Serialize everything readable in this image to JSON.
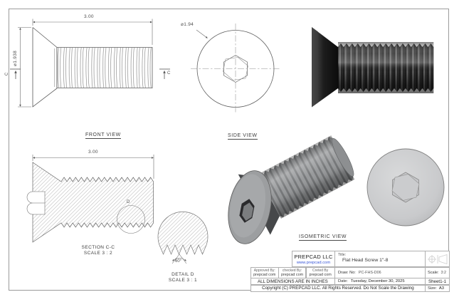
{
  "front_view": {
    "label": "FRONT VIEW",
    "dim_length": "3.00",
    "dim_diameter": "⌀1.938",
    "section_letter": "C"
  },
  "side_view": {
    "label": "SIDE VIEW",
    "dim_diameter": "⌀1.94"
  },
  "section_view": {
    "label": "SECTION C-C",
    "scale_label": "SCALE 3 : 2",
    "dim_length": "3.00",
    "detail_letter": "D"
  },
  "detail_view": {
    "label": "DETAIL D",
    "scale_label": "SCALE 3 : 1",
    "angle_dim": "60°"
  },
  "isometric_view": {
    "label": "ISOMETRIC VIEW"
  },
  "title_block": {
    "company": "PREPCAD LLC",
    "website": "www.prepcad.com",
    "title_label": "Title:",
    "title": "Flat Head Screw 1\"-8",
    "approved_label": "Approved By:",
    "approved_value": "prepcad com",
    "checked_label": "checked By:",
    "checked_value": "prepcad com",
    "created_label": "Creted By",
    "created_value": "prepcad com",
    "drawno_label": "Draw: No:",
    "drawno_value": "PC-FHS-D06",
    "scale_label": "Scale:",
    "scale_value": "3:2",
    "dims_note": "ALL DIMENSIONS ARE IN INCHES",
    "date_label": "Date:",
    "date_value": "Tuesday, December 30, 2025",
    "sheet": "Sheet1-1",
    "copyright": "Copyright (C)  PREPCAD LLC. All Rights Reserved. Do Not Scale the Drawing",
    "size_label": "Size:",
    "size_value": "A3"
  },
  "colors": {
    "website_link": "#3a57d7",
    "line": "#5a5a5a",
    "hatch": "#8a8a8a",
    "render_dark": "#1c1c1c",
    "render_gray": "#919395"
  }
}
